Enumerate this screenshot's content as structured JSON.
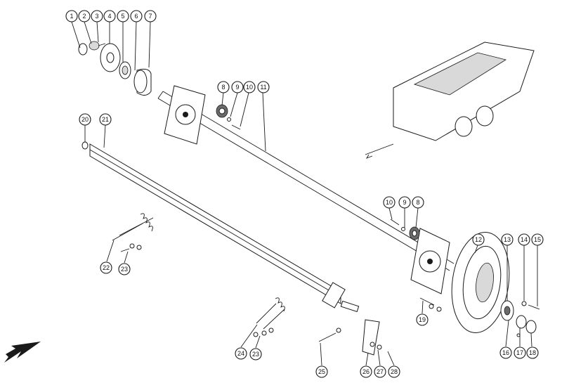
{
  "callouts": [
    {
      "label": "1"
    },
    {
      "label": "2"
    },
    {
      "label": "3"
    },
    {
      "label": "4"
    },
    {
      "label": "5"
    },
    {
      "label": "6"
    },
    {
      "label": "7"
    },
    {
      "label": "8"
    },
    {
      "label": "9"
    },
    {
      "label": "10"
    },
    {
      "label": "11"
    },
    {
      "label": "20"
    },
    {
      "label": "21"
    },
    {
      "label": "10"
    },
    {
      "label": "9"
    },
    {
      "label": "8"
    },
    {
      "label": "12"
    },
    {
      "label": "13"
    },
    {
      "label": "14"
    },
    {
      "label": "15"
    },
    {
      "label": "22"
    },
    {
      "label": "23"
    },
    {
      "label": "19"
    },
    {
      "label": "16"
    },
    {
      "label": "17"
    },
    {
      "label": "18"
    },
    {
      "label": "24"
    },
    {
      "label": "23"
    },
    {
      "label": "25"
    },
    {
      "label": "26"
    },
    {
      "label": "27"
    },
    {
      "label": "28"
    }
  ],
  "colors": {
    "line": "#1a1a1a",
    "fill_light": "#d9d9d9",
    "fill_dark": "#6b6b6b"
  }
}
